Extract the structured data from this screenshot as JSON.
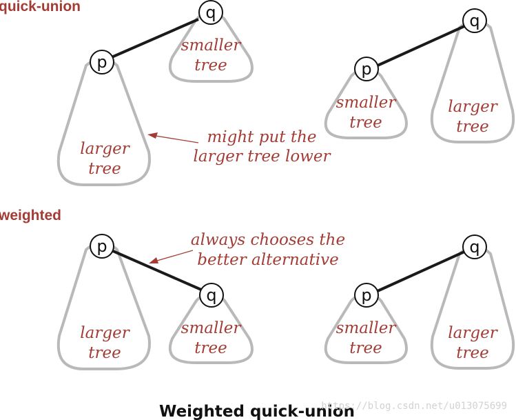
{
  "sections": {
    "quick_union": "quick-union",
    "weighted": "weighted"
  },
  "nodes": {
    "p": "p",
    "q": "q"
  },
  "trees": {
    "smaller_1": "smaller",
    "smaller_2": "tree",
    "larger_1": "larger",
    "larger_2": "tree"
  },
  "annotations": {
    "quick_union_1": "might put the",
    "quick_union_2": "larger tree lower",
    "weighted_1": "always chooses the",
    "weighted_2": "better alternative"
  },
  "caption": "Weighted quick-union",
  "watermark": "https://blog.csdn.net/u013075699"
}
